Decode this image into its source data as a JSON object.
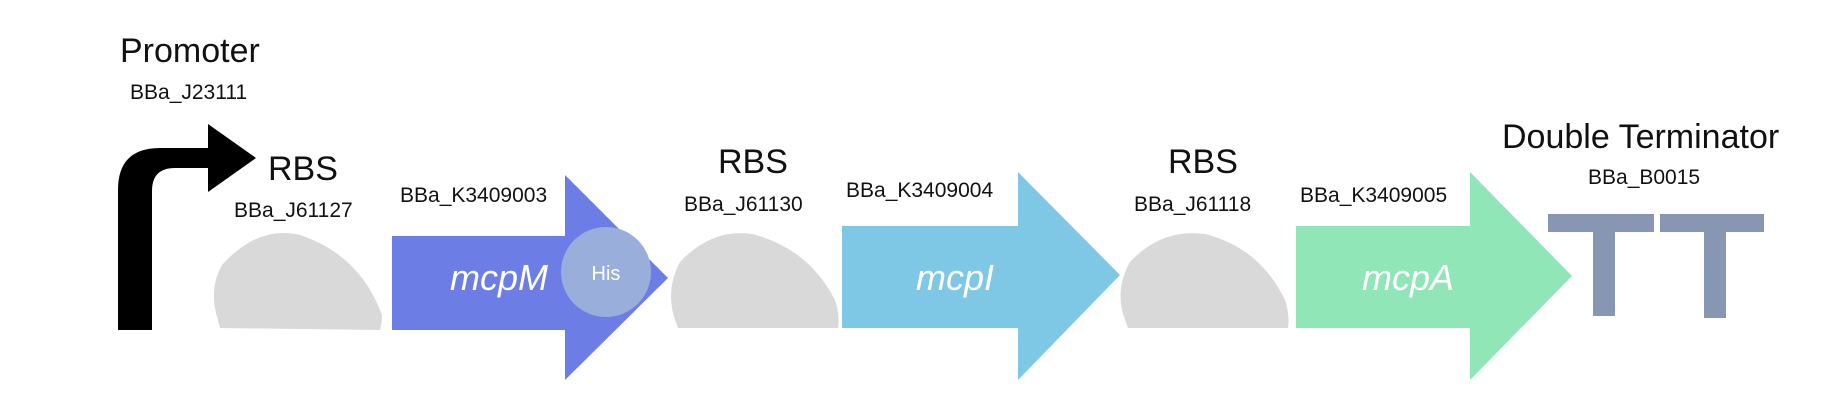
{
  "promoter": {
    "title": "Promoter",
    "id": "BBa_J23111",
    "color": "#000000"
  },
  "rbs": [
    {
      "title": "RBS",
      "id": "BBa_J61127"
    },
    {
      "title": "RBS",
      "id": "BBa_J61130"
    },
    {
      "title": "RBS",
      "id": "BBa_J61118"
    }
  ],
  "rbs_color": "#d9d9d9",
  "genes": [
    {
      "id": "BBa_K3409003",
      "name": "mcpM",
      "color": "#6c7de6"
    },
    {
      "id": "BBa_K3409004",
      "name": "mcpI",
      "color": "#7ec8e6"
    },
    {
      "id": "BBa_K3409005",
      "name": "mcpA",
      "color": "#90e6b6"
    }
  ],
  "his_tag": {
    "label": "His",
    "color": "#9aaedc"
  },
  "terminator": {
    "title": "Double Terminator",
    "id": "BBa_B0015",
    "color": "#8696b3"
  }
}
